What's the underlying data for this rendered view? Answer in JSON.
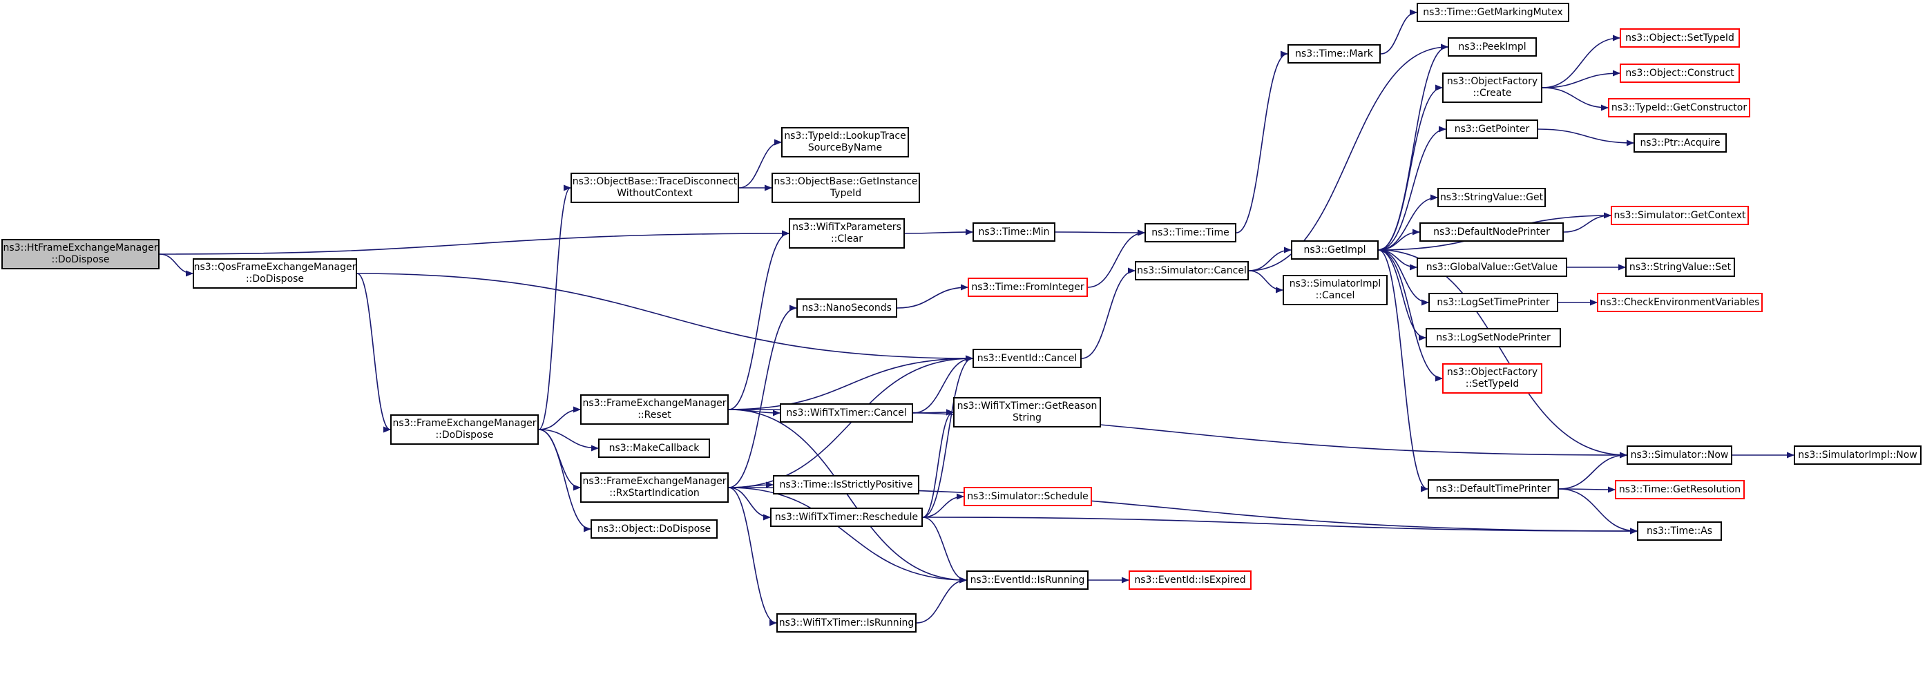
{
  "nodes": {
    "n_ht": {
      "label": "ns3::HtFrameExchangeManager\n::DoDispose",
      "root": true
    },
    "n_qos": {
      "label": "ns3::QosFrameExchangeManager\n::DoDispose"
    },
    "n_fem_dd": {
      "label": "ns3::FrameExchangeManager\n::DoDispose"
    },
    "n_obtdc": {
      "label": "ns3::ObjectBase::TraceDisconnect\nWithoutContext"
    },
    "n_typeid_lt": {
      "label": "ns3::TypeId::LookupTrace\nSourceByName"
    },
    "n_ob_git": {
      "label": "ns3::ObjectBase::GetInstance\nTypeId"
    },
    "n_wtp_clear": {
      "label": "ns3::WifiTxParameters\n::Clear"
    },
    "n_time_min": {
      "label": "ns3::Time::Min"
    },
    "n_time_time": {
      "label": "ns3::Time::Time"
    },
    "n_time_mark": {
      "label": "ns3::Time::Mark"
    },
    "n_time_gmm": {
      "label": "ns3::Time::GetMarkingMutex"
    },
    "n_nanosec": {
      "label": "ns3::NanoSeconds"
    },
    "n_time_fi": {
      "label": "ns3::Time::FromInteger",
      "red": true
    },
    "n_sim_cancel": {
      "label": "ns3::Simulator::Cancel"
    },
    "n_getimpl": {
      "label": "ns3::GetImpl"
    },
    "n_simimpl_c": {
      "label": "ns3::SimulatorImpl\n::Cancel"
    },
    "n_eid_cancel": {
      "label": "ns3::EventId::Cancel"
    },
    "n_fem_reset": {
      "label": "ns3::FrameExchangeManager\n::Reset"
    },
    "n_makecb": {
      "label": "ns3::MakeCallback"
    },
    "n_fem_rx": {
      "label": "ns3::FrameExchangeManager\n::RxStartIndication"
    },
    "n_obj_dd": {
      "label": "ns3::Object::DoDispose"
    },
    "n_wtt_cancel": {
      "label": "ns3::WifiTxTimer::Cancel"
    },
    "n_wtt_grs": {
      "label": "ns3::WifiTxTimer::GetReason\nString"
    },
    "n_time_isp": {
      "label": "ns3::Time::IsStrictlyPositive"
    },
    "n_wtt_resch": {
      "label": "ns3::WifiTxTimer::Reschedule"
    },
    "n_sim_sched": {
      "label": "ns3::Simulator::Schedule",
      "red": true
    },
    "n_eid_isrun": {
      "label": "ns3::EventId::IsRunning"
    },
    "n_eid_isexp": {
      "label": "ns3::EventId::IsExpired",
      "red": true
    },
    "n_wtt_isrun": {
      "label": "ns3::WifiTxTimer::IsRunning"
    },
    "n_peekimpl": {
      "label": "ns3::PeekImpl"
    },
    "n_of_create": {
      "label": "ns3::ObjectFactory\n::Create"
    },
    "n_getptr": {
      "label": "ns3::GetPointer"
    },
    "n_sv_get": {
      "label": "ns3::StringValue::Get"
    },
    "n_dnp": {
      "label": "ns3::DefaultNodePrinter"
    },
    "n_gv_get": {
      "label": "ns3::GlobalValue::GetValue"
    },
    "n_lstp": {
      "label": "ns3::LogSetTimePrinter"
    },
    "n_lsnp": {
      "label": "ns3::LogSetNodePrinter"
    },
    "n_of_sti": {
      "label": "ns3::ObjectFactory\n::SetTypeId",
      "red": true
    },
    "n_dtp": {
      "label": "ns3::DefaultTimePrinter"
    },
    "n_obj_sti": {
      "label": "ns3::Object::SetTypeId",
      "red": true
    },
    "n_obj_con": {
      "label": "ns3::Object::Construct",
      "red": true
    },
    "n_tid_gc": {
      "label": "ns3::TypeId::GetConstructor",
      "red": true
    },
    "n_ptr_acq": {
      "label": "ns3::Ptr::Acquire"
    },
    "n_sim_gctx": {
      "label": "ns3::Simulator::GetContext",
      "red": true
    },
    "n_sv_set": {
      "label": "ns3::StringValue::Set"
    },
    "n_cev": {
      "label": "ns3::CheckEnvironmentVariables",
      "red": true
    },
    "n_sim_now": {
      "label": "ns3::Simulator::Now"
    },
    "n_simimpl_now": {
      "label": "ns3::SimulatorImpl::Now"
    },
    "n_time_gr": {
      "label": "ns3::Time::GetResolution",
      "red": true
    },
    "n_time_as": {
      "label": "ns3::Time::As"
    }
  },
  "colors": {
    "edge": "#191970",
    "border": "#000000",
    "red_border": "#ff0000",
    "root_fill": "#bfbfbf"
  }
}
